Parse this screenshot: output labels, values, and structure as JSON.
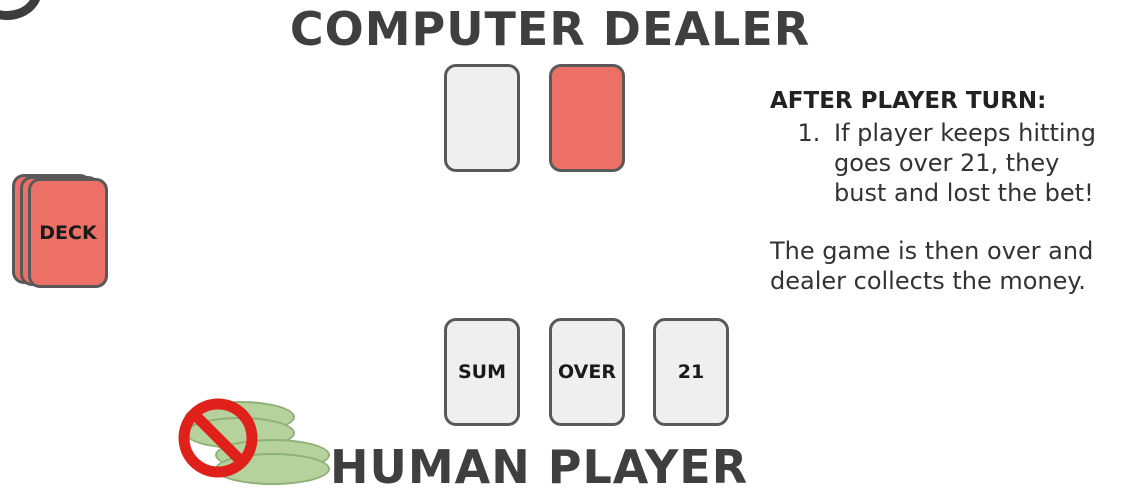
{
  "dealer": {
    "title": "COMPUTER DEALER",
    "cards": [
      {
        "label": "",
        "color": "#efefef"
      },
      {
        "label": "",
        "color": "#ec7066"
      }
    ]
  },
  "deck": {
    "label": "DECK",
    "color": "#ec7066"
  },
  "player": {
    "title": "HUMAN PLAYER",
    "cards": [
      {
        "label": "SUM"
      },
      {
        "label": "OVER"
      },
      {
        "label": "21"
      }
    ]
  },
  "rules": {
    "heading": "AFTER PLAYER TURN:",
    "steps": [
      "If player keeps hitting goes over 21, they bust and lost the bet!"
    ],
    "note": "The game is then over and dealer collects the money."
  },
  "icons": {
    "chips": "money-chips-icon",
    "prohibited": "no-entry-icon"
  },
  "colors": {
    "card_red": "#ec7066",
    "card_gray": "#efefef",
    "prohibited_red": "#e0201b",
    "chip_green": "#b6d29c"
  }
}
